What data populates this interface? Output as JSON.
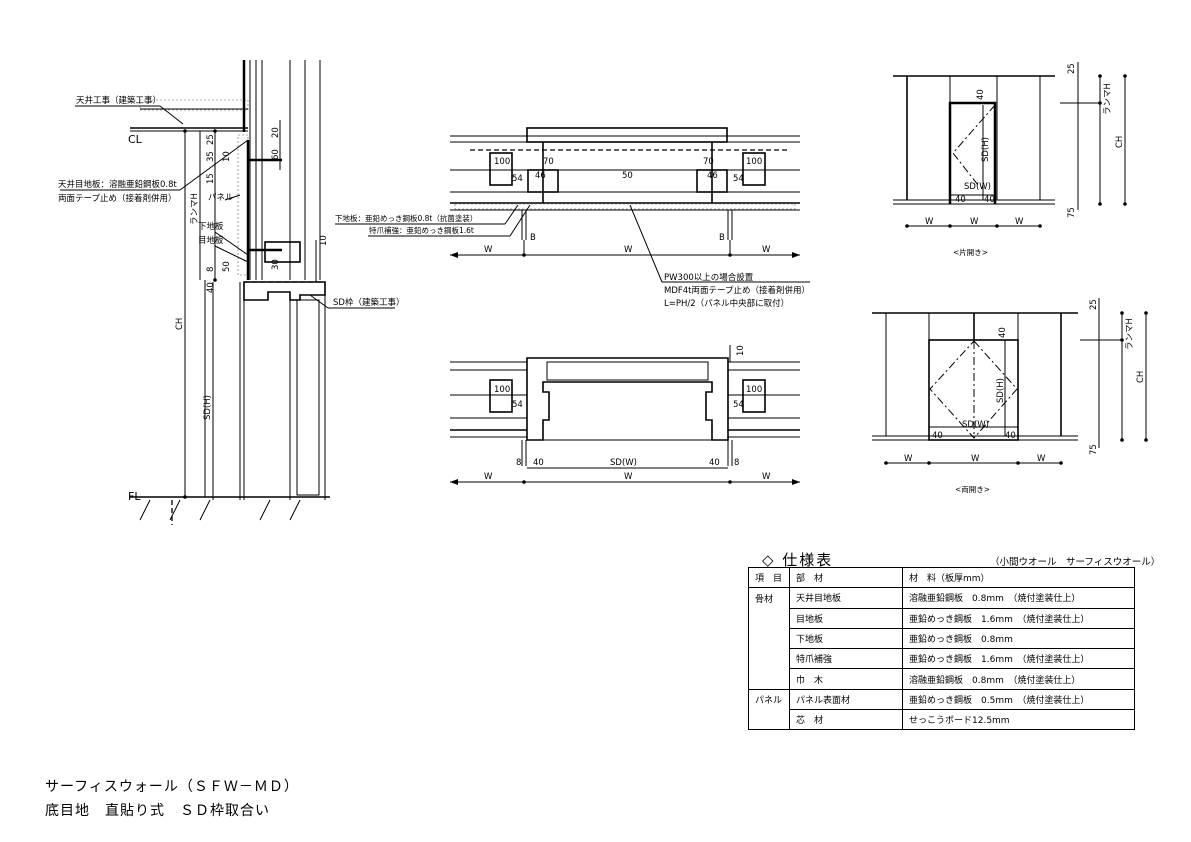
{
  "section": {
    "ceiling_work": "天井工事（建築工事）",
    "cl": "CL",
    "fl": "FL",
    "ceiling_joint": "天井目地板：溶融亜鉛鋼板0.8t",
    "tape": "両面テープ止め（接着剤併用）",
    "panel": "パネル",
    "base_board": "下地板",
    "joint_board": "目地板",
    "sd_frame": "SD枠（建築工事）",
    "ranma_h": "ランマH",
    "ch": "CH",
    "sd_h": "SD(H)",
    "dims": [
      "20",
      "60",
      "25",
      "35",
      "10",
      "15",
      "8",
      "50",
      "40",
      "30",
      "10"
    ]
  },
  "plan_top": {
    "dims": [
      "100",
      "54",
      "46",
      "70",
      "50",
      "70",
      "46",
      "54",
      "100"
    ],
    "b": "B",
    "w": "W",
    "base_note": "下地板：亜鉛めっき鋼板0.8t（抗菌塗装）",
    "reinforce_note": "特爪補強：亜鉛めっき鋼板1.6t",
    "notes": [
      "PW300以上の場合設置",
      "MDF4t両面テープ止め（接着剤併用）",
      "L=PH/2（パネル中央部に取付）"
    ]
  },
  "plan_bottom": {
    "dims": [
      "10",
      "100",
      "54",
      "8",
      "40",
      "SD(W)",
      "40",
      "8"
    ],
    "w": "W"
  },
  "elev_single": {
    "caption": "<片開き>",
    "dims": [
      "25",
      "75",
      "40",
      "40",
      "40"
    ],
    "sd_h": "SD(H)",
    "sd_w": "SD(W)",
    "ranma_h": "ランマH",
    "ch": "CH",
    "w": "W"
  },
  "elev_double": {
    "caption": "<両開き>",
    "dims": [
      "25",
      "75",
      "40",
      "40",
      "40"
    ],
    "sd_h": "SD(H)",
    "sd_w": "SD(W)",
    "ranma_h": "ランマH",
    "ch": "CH",
    "w": "W"
  },
  "spec": {
    "title": "◇ 仕様表",
    "subtitle": "（小間ウオール　サーフィスウオール）",
    "headers": [
      "項　目",
      "部　材",
      "材　料（板厚mm）"
    ],
    "rows": [
      [
        "骨材",
        "天井目地板",
        "溶融亜鉛鋼板　0.8mm　（焼付塗装仕上）"
      ],
      [
        "",
        "目地板",
        "亜鉛めっき鋼板　1.6mm　（焼付塗装仕上）"
      ],
      [
        "",
        "下地板",
        "亜鉛めっき鋼板　0.8mm"
      ],
      [
        "",
        "特爪補強",
        "亜鉛めっき鋼板　1.6mm　（焼付塗装仕上）"
      ],
      [
        "",
        "巾　木",
        "溶融亜鉛鋼板　0.8mm　（焼付塗装仕上）"
      ],
      [
        "パネル",
        "パネル表面材",
        "亜鉛めっき鋼板　0.5mm　（焼付塗装仕上）"
      ],
      [
        "",
        "芯　材",
        "せっこうボード12.5mm"
      ]
    ]
  },
  "title": {
    "line1": "サーフィスウォール（ＳＦＷ－ＭＤ）",
    "line2": "底目地　直貼り式　ＳＤ枠取合い"
  }
}
